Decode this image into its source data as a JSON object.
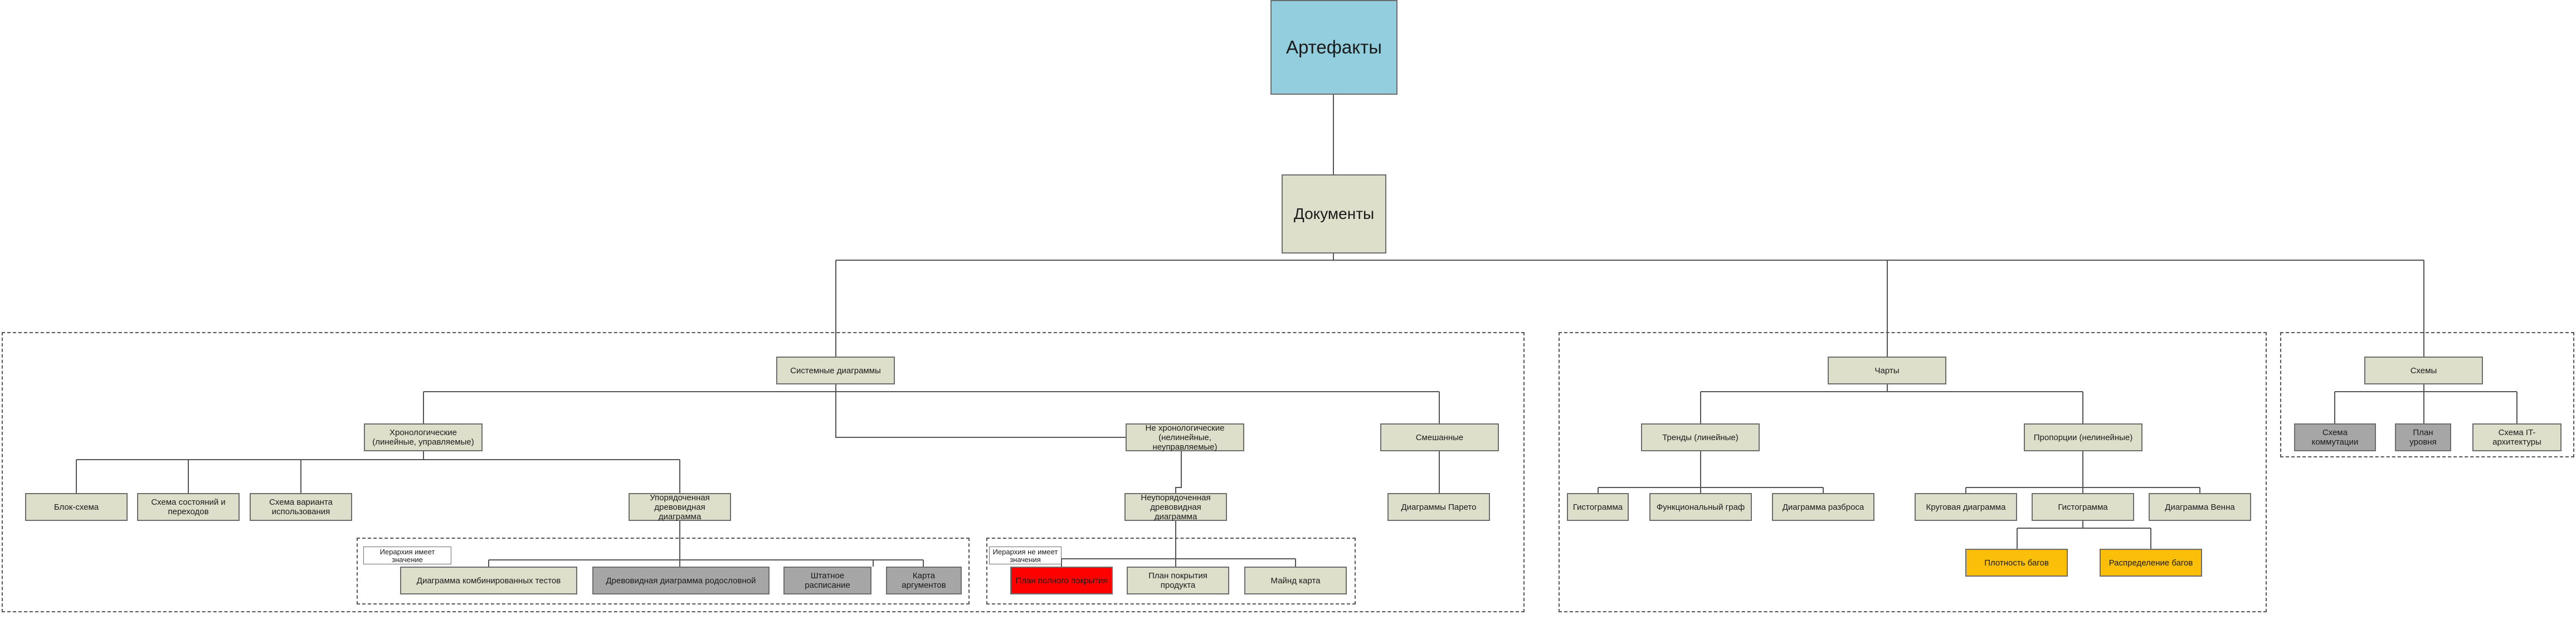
{
  "nodes": {
    "artifacts": "Артефакты",
    "documents": "Документы",
    "system_diagrams": "Системные диаграммы",
    "chronological": "Хронологические (линейные, управляемые)",
    "non_chronological": "Не хронологические (нелинейные, неуправляемые)",
    "mixed": "Смешанные",
    "flowchart": "Блок-схема",
    "state_diagram": "Схема состояний и переходов",
    "use_case_diagram": "Схема варианта использования",
    "ordered_tree": "Упорядоченная древовидная диаграмма",
    "unordered_tree": "Неупорядоченная древовидная диаграмма",
    "pareto": "Диаграммы Парето",
    "note_hierarchy_matters": "Иерархия имеет значение",
    "note_hierarchy_not_matters": "Иерархия не имеет значения",
    "combined_tests": "Диаграмма комбинированных тестов",
    "family_tree": "Древовидная диаграмма родословной",
    "staffing": "Штатное расписание",
    "argument_map": "Карта аргументов",
    "requirements_coverage": "План полного покрытия",
    "product_coverage": "План покрытия продукта",
    "mind_map": "Майнд карта",
    "charts": "Чарты",
    "trends": "Тренды (линейные)",
    "proportions": "Пропорции (нелинейные)",
    "histogram_trends": "Гистограмма",
    "functional_graph": "Функциональный граф",
    "scatter": "Диаграмма разброса",
    "pie": "Круговая диаграмма",
    "histogram_props": "Гистограмма",
    "venn": "Диаграмма Венна",
    "bug_density": "Плотность багов",
    "bug_distribution": "Распределение багов",
    "schemes": "Схемы",
    "switching": "Схема коммутации",
    "floor_plan": "План уровня",
    "it_architecture": "Схема IT-архитектуры"
  }
}
